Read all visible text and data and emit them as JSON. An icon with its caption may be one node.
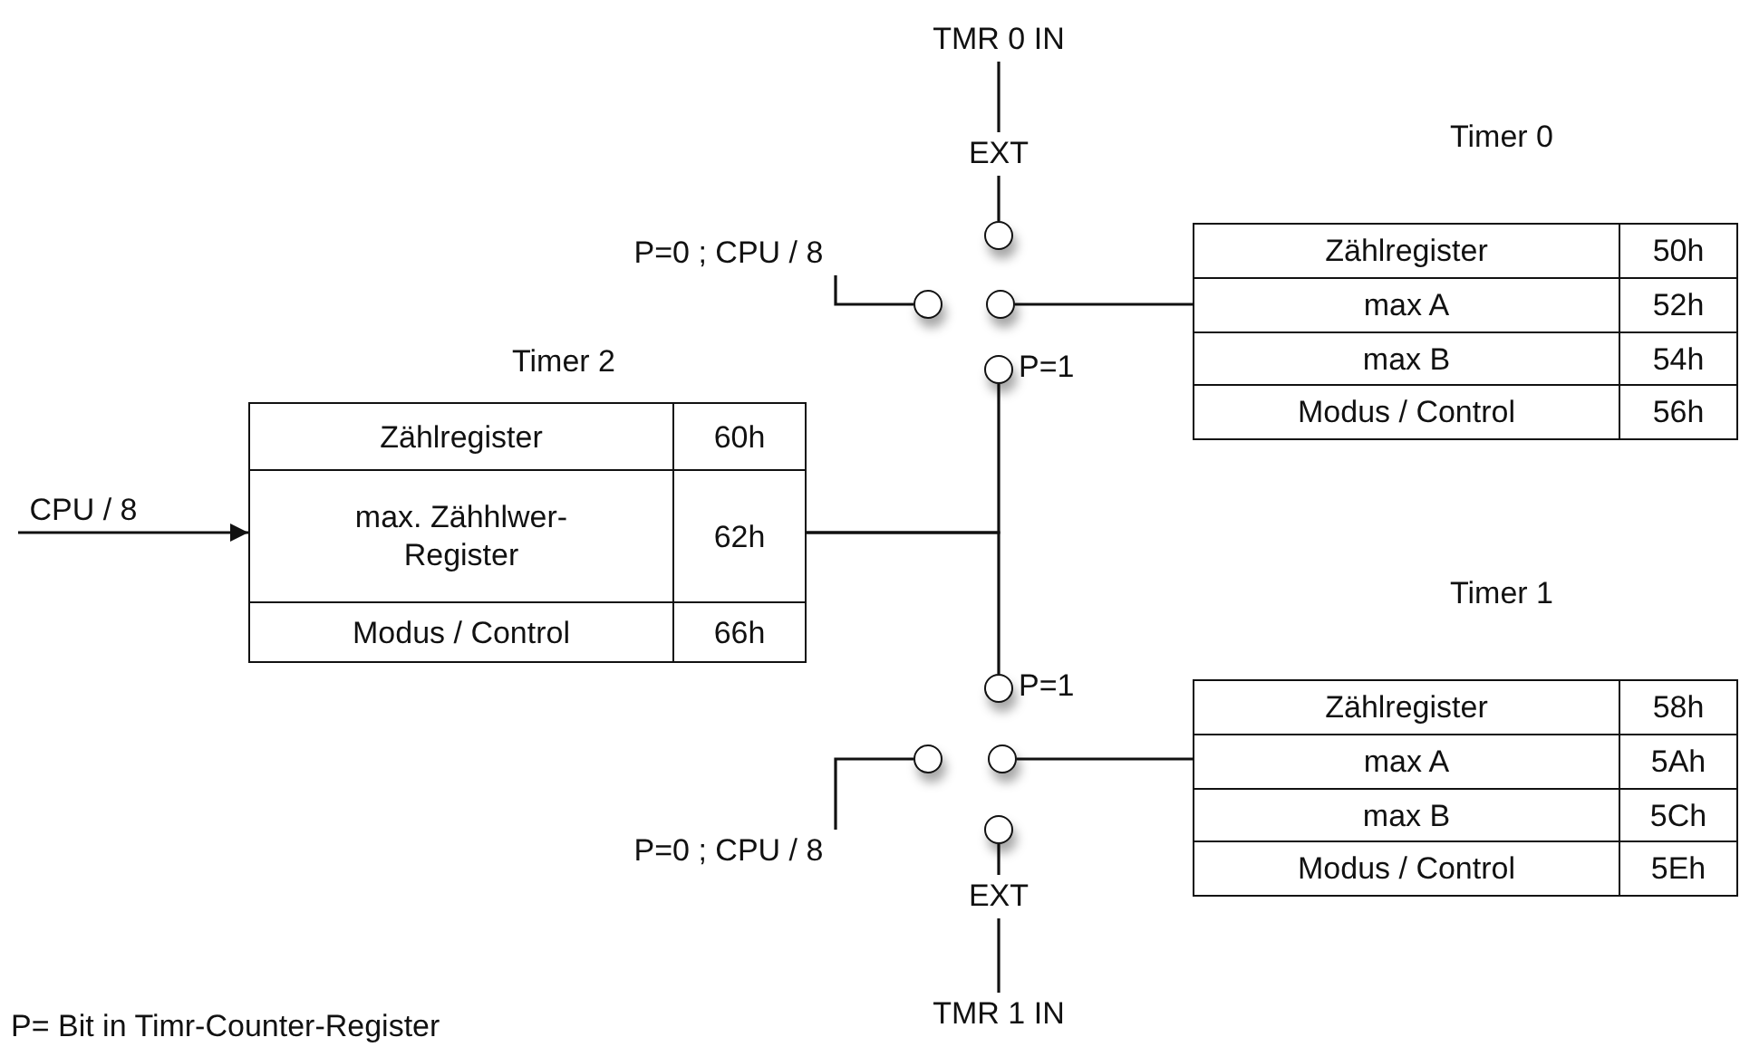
{
  "diagram": {
    "nodes": [
      {
        "text": [
          "TMR 0 IN"
        ]
      },
      {
        "text": [
          "EXT"
        ]
      },
      {
        "text": [
          "P=0 ; CPU / 8"
        ]
      },
      {
        "text": [],
        "shape": "circle"
      },
      {
        "text": [],
        "shape": "circle"
      },
      {
        "text": [],
        "shape": "circle"
      },
      {
        "text": [],
        "shape": "circle",
        "beside": [
          "P=1"
        ]
      },
      {
        "text": [
          "Timer 0"
        ]
      },
      {
        "text": [
          "Zählregister",
          "50h"
        ],
        "in": 7
      },
      {
        "text": [
          "max A",
          "52h"
        ],
        "in": 7
      },
      {
        "text": [
          "max B",
          "54h"
        ],
        "in": 7
      },
      {
        "text": [
          "Modus / Control",
          "56h"
        ],
        "in": 7
      },
      {
        "text": [
          "Timer 2"
        ]
      },
      {
        "text": [
          "Zählregister",
          "60h"
        ],
        "in": 12
      },
      {
        "text": [
          "max. Zähhlwer- Register",
          "62h"
        ],
        "in": 12
      },
      {
        "text": [
          "Modus / Control",
          "66h"
        ],
        "in": 12
      },
      {
        "text": [
          "CPU / 8"
        ]
      },
      {
        "text": [
          "Timer 1"
        ]
      },
      {
        "text": [
          "Zählregister",
          "58h"
        ],
        "in": 17
      },
      {
        "text": [
          "max A",
          "5Ah"
        ],
        "in": 17
      },
      {
        "text": [
          "max B",
          "5Ch"
        ],
        "in": 17
      },
      {
        "text": [
          "Modus / Control",
          "5Eh"
        ],
        "in": 17
      },
      {
        "text": [],
        "shape": "circle",
        "beside": [
          "P=1"
        ]
      },
      {
        "text": [],
        "shape": "circle"
      },
      {
        "text": [],
        "shape": "circle"
      },
      {
        "text": [
          "P=0 ; CPU / 8"
        ]
      },
      {
        "text": [],
        "shape": "circle"
      },
      {
        "text": [
          "EXT"
        ]
      },
      {
        "text": [
          "TMR 1 IN"
        ]
      }
    ],
    "edges": [
      {
        "from": 0,
        "to": 1,
        "arrow": "none"
      },
      {
        "from": 1,
        "to": 3,
        "arrow": "none"
      },
      {
        "from": 2,
        "to": 4,
        "arrow": "none"
      },
      {
        "from": 5,
        "to": 7,
        "arrow": "none"
      },
      {
        "from": 12,
        "to": 6,
        "arrow": "none"
      },
      {
        "from": 12,
        "to": 22,
        "arrow": "none"
      },
      {
        "from": 16,
        "to": 12,
        "arrow": "to"
      },
      {
        "from": 24,
        "to": 17,
        "arrow": "none"
      },
      {
        "from": 25,
        "to": 23,
        "arrow": "none"
      },
      {
        "from": 26,
        "to": 27,
        "arrow": "none"
      },
      {
        "from": 27,
        "to": 28,
        "arrow": "none"
      }
    ],
    "labels": [
      "P= Bit in Timr-Counter-Register"
    ]
  }
}
